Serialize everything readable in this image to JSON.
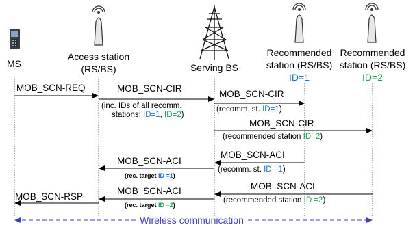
{
  "entities": {
    "ms": "MS",
    "access_station": [
      "Access station",
      "(RS/BS)"
    ],
    "serving_bs": "Serving BS",
    "recommended_1": [
      "Recommended",
      "station (RS/BS)"
    ],
    "recommended_1_id": "ID=1",
    "recommended_2": [
      "Recommended",
      "station (RS/BS)"
    ],
    "recommended_2_id": "ID=2"
  },
  "messages": {
    "m1": "MOB_SCN-REQ",
    "m2": "MOB_SCN-CIR",
    "m2_note_line1": "(inc. IDs of all recomm.",
    "m2_note_line2_prefix": "stations: ",
    "m2_note_id1": "ID=1",
    "m2_note_sep": ", ",
    "m2_note_id2": "ID=2",
    "m2_note_suffix": ")",
    "m3": "MOB_SCN-CIR",
    "m3_note_prefix": "(recomm. st. ",
    "m3_note_id": "ID=1",
    "m3_note_suffix": ")",
    "m4": "MOB_SCN-CIR",
    "m4_note_prefix": "(recommended station ",
    "m4_note_id": "ID=2",
    "m4_note_suffix": ")",
    "m5": "MOB_SCN-ACI",
    "m5_note_prefix": "(recomm. st. ",
    "m5_note_id": "ID =1",
    "m5_note_suffix": ")",
    "m6": "MOB_SCN-ACI",
    "m6_note_prefix": "(rec. target ",
    "m6_note_id": "ID =1",
    "m6_note_suffix": ")",
    "m7": "MOB_SCN-ACI",
    "m7_note_prefix": "(recommended station ",
    "m7_note_id": "ID =2",
    "m7_note_suffix": ")",
    "m8": "MOB_SCN-ACI",
    "m8_note_prefix": "(rec. target ",
    "m8_note_id": "ID =2",
    "m8_note_suffix": ")",
    "m9": "MOB_SCN-RSP"
  },
  "footer": "Wireless communication",
  "colors": {
    "id1": "#1f6fd1",
    "id2": "#18a05a",
    "wireless": "#4040c0"
  }
}
